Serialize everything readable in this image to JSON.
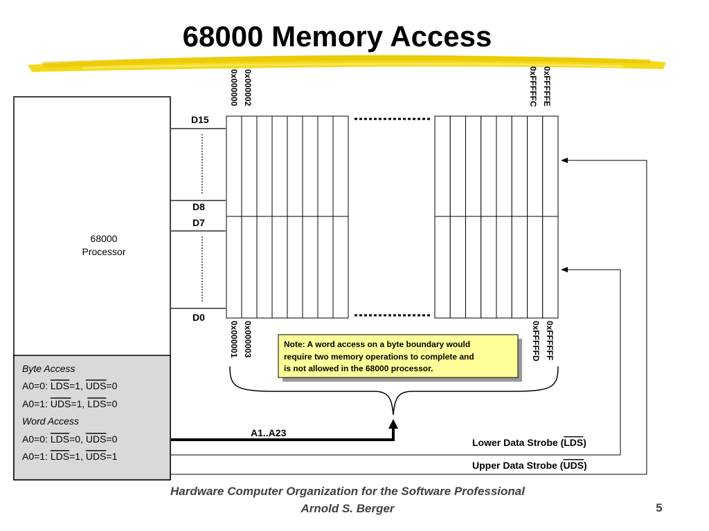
{
  "title": "68000 Memory Access",
  "processor": {
    "line1": "68000",
    "line2": "Processor"
  },
  "bus_labels": {
    "d15": "D15",
    "d8": "D8",
    "d7": "D7",
    "d0": "D0"
  },
  "addresses": {
    "top_left_1": "0x000000",
    "top_left_2": "0x000002",
    "top_right_1": "0xFFFFFC",
    "top_right_2": "0xFFFFFE",
    "bottom_left_1": "0x000001",
    "bottom_left_2": "0x000003",
    "bottom_right_1": "0xFFFFFD",
    "bottom_right_2": "0xFFFFFF"
  },
  "note": {
    "line1": "Note: A word access on a byte boundary would",
    "line2": "require two memory operations to complete and",
    "line3": "is not allowed in the 68000 processor."
  },
  "address_bus": "A1..A23",
  "strobes": {
    "lower_prefix": "Lower Data Strobe (",
    "lower_abbr": "LDS",
    "lower_suffix": ")",
    "upper_prefix": "Upper Data Strobe (",
    "upper_abbr": "UDS",
    "upper_suffix": ")"
  },
  "info_box": {
    "byte_heading": "Byte Access",
    "byte_line1": {
      "prefix": "A0=0: ",
      "s1": "LDS",
      "v1": "=1, ",
      "s2": "UDS",
      "v2": "=0"
    },
    "byte_line2": {
      "prefix": "A0=1: ",
      "s1": "UDS",
      "v1": "=1, ",
      "s2": "LDS",
      "v2": "=0"
    },
    "word_heading": "Word Access",
    "word_line1": {
      "prefix": "A0=0: ",
      "s1": "LDS",
      "v1": "=0, ",
      "s2": "UDS",
      "v2": "=0"
    },
    "word_line2": {
      "prefix": "A0=1: ",
      "s1": "LDS",
      "v1": "=1, ",
      "s2": "UDS",
      "v2": "=1"
    }
  },
  "footer": {
    "line1": "Hardware Computer Organization for the Software Professional",
    "line2": "Arnold S. Berger",
    "page": "5"
  },
  "colors": {
    "highlight": "#f2d600",
    "note_bg": "#ffff99",
    "info_bg": "#d9d9d9",
    "shadow": "#999999"
  }
}
